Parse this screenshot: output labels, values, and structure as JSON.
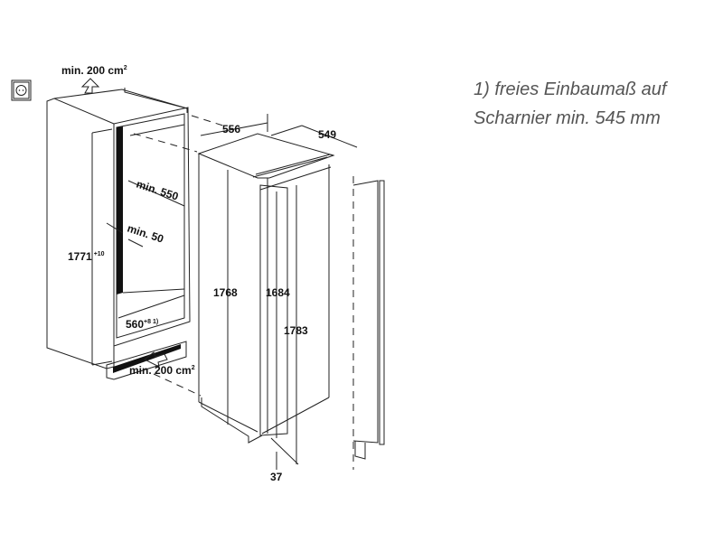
{
  "note": {
    "line1": "1) freies Einbaumaß auf",
    "line2": "Scharnier min. 545 mm"
  },
  "cabinet": {
    "vent_top": "min. 200 cm",
    "vent_top_sup": "2",
    "depth_label": "min. 550",
    "gap_label": "min. 50",
    "height_label": "1771",
    "height_tol": "+10",
    "width_label": "560",
    "width_tol": "+8 1)",
    "vent_bottom": "min. 200 cm",
    "vent_bottom_sup": "2"
  },
  "appliance": {
    "width": "556",
    "depth": "549",
    "height_body": "1768",
    "height_door": "1684",
    "height_total": "1783",
    "door_offset": "37"
  }
}
